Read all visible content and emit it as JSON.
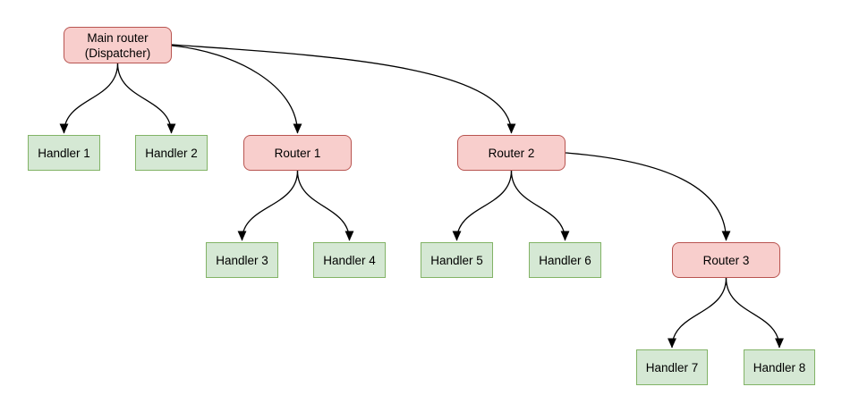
{
  "diagram": {
    "nodes": {
      "main_router": {
        "label": "Main router\n(Dispatcher)",
        "type": "router"
      },
      "handler1": {
        "label": "Handler 1",
        "type": "handler"
      },
      "handler2": {
        "label": "Handler 2",
        "type": "handler"
      },
      "router1": {
        "label": "Router 1",
        "type": "router"
      },
      "router2": {
        "label": "Router 2",
        "type": "router"
      },
      "handler3": {
        "label": "Handler 3",
        "type": "handler"
      },
      "handler4": {
        "label": "Handler 4",
        "type": "handler"
      },
      "handler5": {
        "label": "Handler 5",
        "type": "handler"
      },
      "handler6": {
        "label": "Handler 6",
        "type": "handler"
      },
      "router3": {
        "label": "Router 3",
        "type": "router"
      },
      "handler7": {
        "label": "Handler 7",
        "type": "handler"
      },
      "handler8": {
        "label": "Handler 8",
        "type": "handler"
      }
    },
    "edges": [
      {
        "from": "main_router",
        "to": "handler1"
      },
      {
        "from": "main_router",
        "to": "handler2"
      },
      {
        "from": "main_router",
        "to": "router1"
      },
      {
        "from": "main_router",
        "to": "router2"
      },
      {
        "from": "router1",
        "to": "handler3"
      },
      {
        "from": "router1",
        "to": "handler4"
      },
      {
        "from": "router2",
        "to": "handler5"
      },
      {
        "from": "router2",
        "to": "handler6"
      },
      {
        "from": "router2",
        "to": "router3"
      },
      {
        "from": "router3",
        "to": "handler7"
      },
      {
        "from": "router3",
        "to": "handler8"
      }
    ],
    "colors": {
      "router_fill": "#f8cecc",
      "router_border": "#b85450",
      "handler_fill": "#d5e8d4",
      "handler_border": "#82b366",
      "edge_stroke": "#000000",
      "background": "#ffffff"
    }
  }
}
